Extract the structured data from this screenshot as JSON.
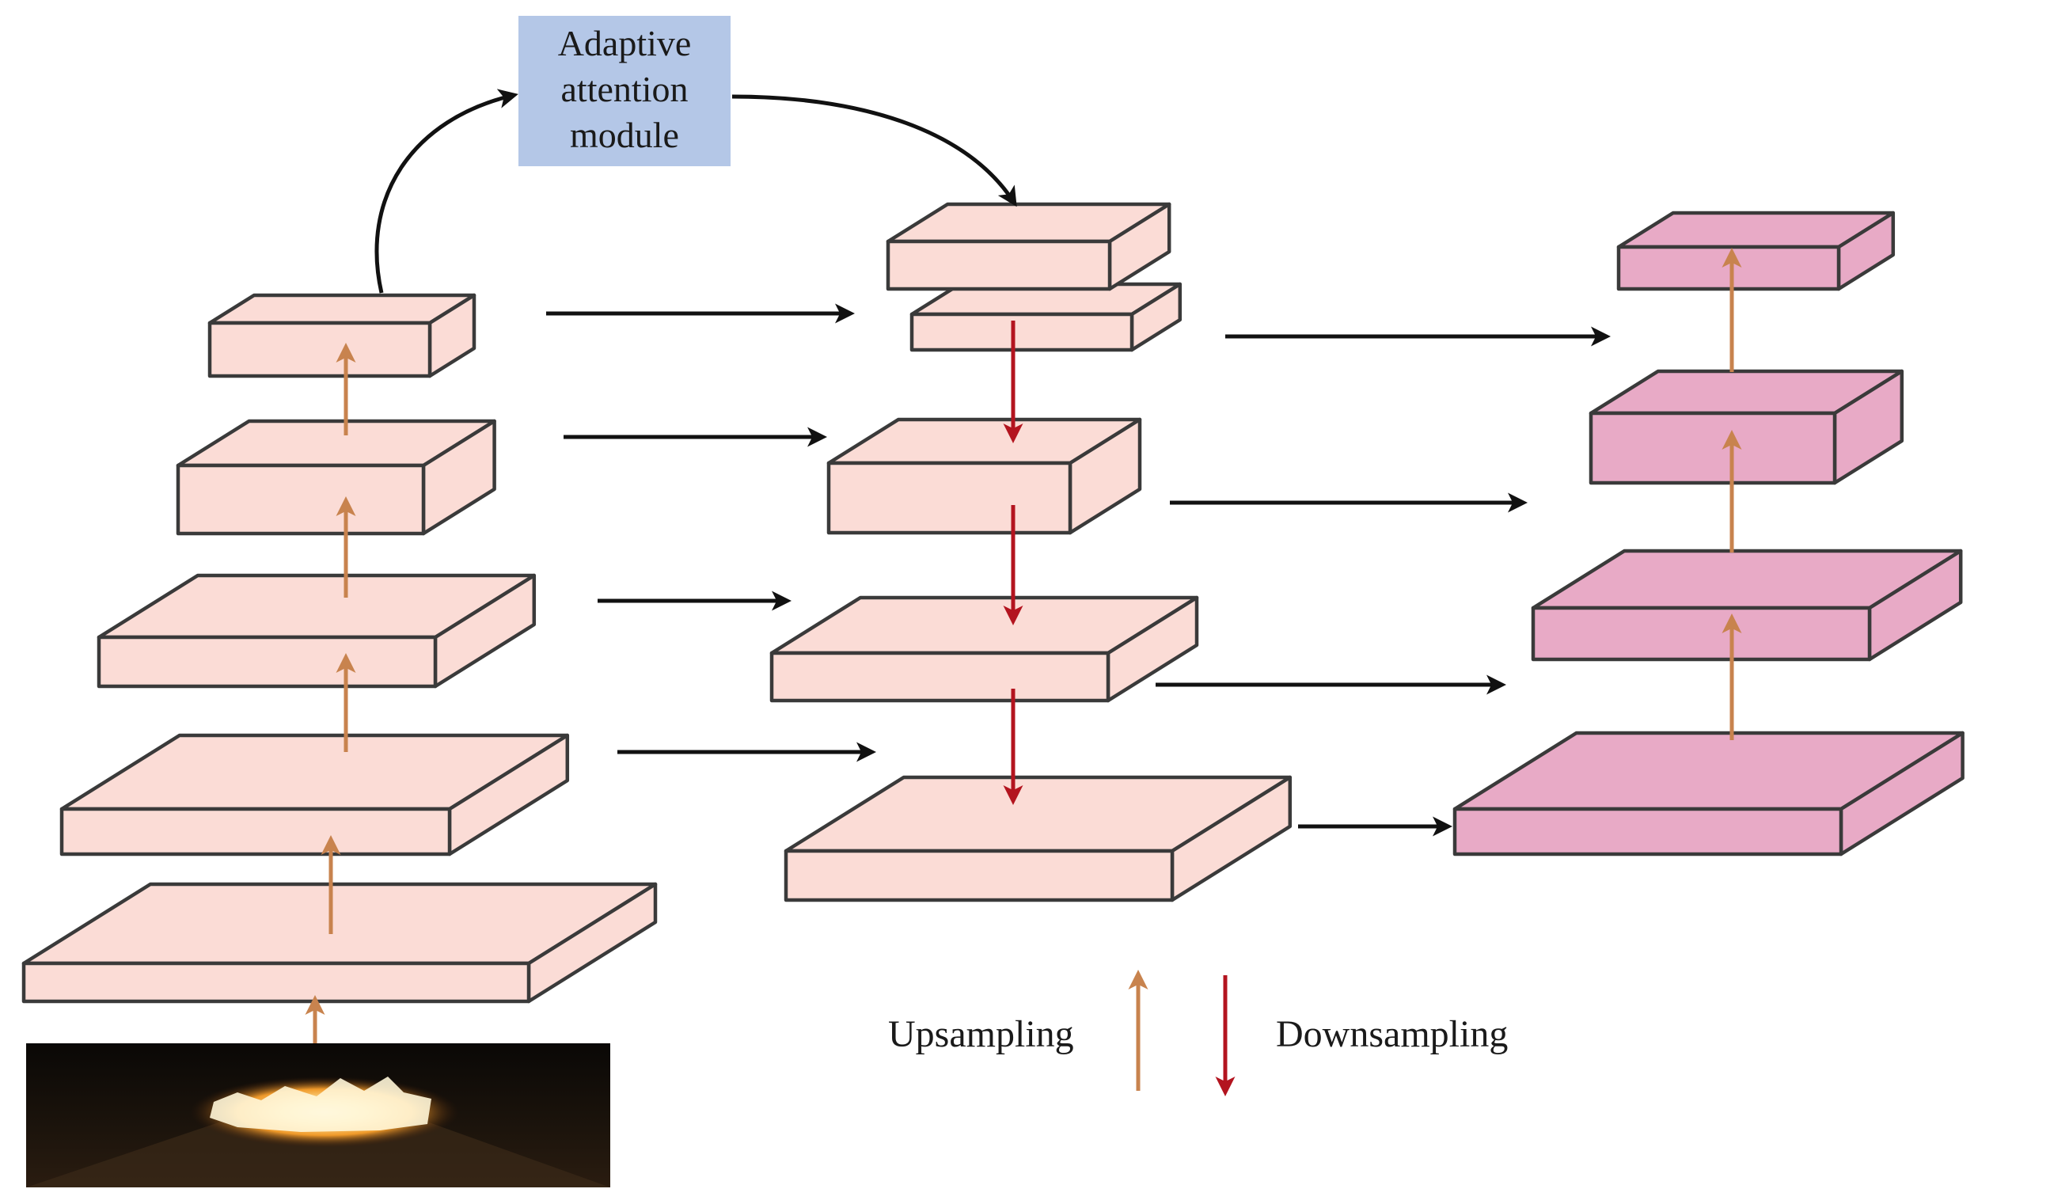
{
  "module_box": {
    "lines": [
      "Adaptive",
      "attention",
      "module"
    ],
    "fill": "#b4c7e7"
  },
  "legend": {
    "upsampling_label": "Upsampling",
    "downsampling_label": "Downsampling"
  },
  "colors": {
    "light_slab": "#fbdcd6",
    "dark_slab": "#e8aac6",
    "slab_outline": "#3a3a3a",
    "upsampling_arrow": "#c8834e",
    "downsampling_arrow": "#b3141f",
    "connector_arrow": "#111111"
  },
  "input_image": {
    "description": "fire-image-icon"
  }
}
